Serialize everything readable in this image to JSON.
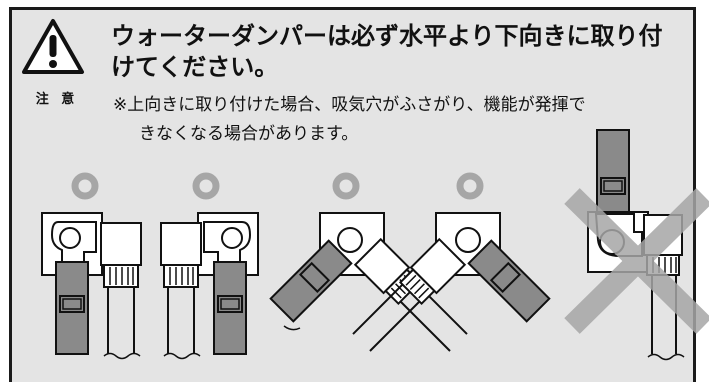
{
  "warning": {
    "icon": "warning-triangle-icon",
    "label": "注 意"
  },
  "headline": {
    "line1": "ウォーターダンパーは必ず水平より下向きに取り付",
    "line2": "けてください。"
  },
  "note": {
    "line1": "※上向きに取り付けた場合、吸気穴がふさがり、機能が発揮で",
    "line2": "きなくなる場合があります。"
  },
  "figures": [
    {
      "name": "install-example-1",
      "mark": "ok-circle-icon",
      "verdict": "ok"
    },
    {
      "name": "install-example-2",
      "mark": "ok-circle-icon",
      "verdict": "ok"
    },
    {
      "name": "install-example-3",
      "mark": "ok-circle-icon",
      "verdict": "ok"
    },
    {
      "name": "install-example-4",
      "mark": "ok-circle-icon",
      "verdict": "ok"
    },
    {
      "name": "install-example-5",
      "mark": "ng-cross-icon",
      "verdict": "ng"
    }
  ],
  "colors": {
    "panel_bg": "#e4e4e4",
    "border": "#1a1a1a",
    "damper": "#8a8a8a",
    "mark": "#a6a6a6"
  }
}
